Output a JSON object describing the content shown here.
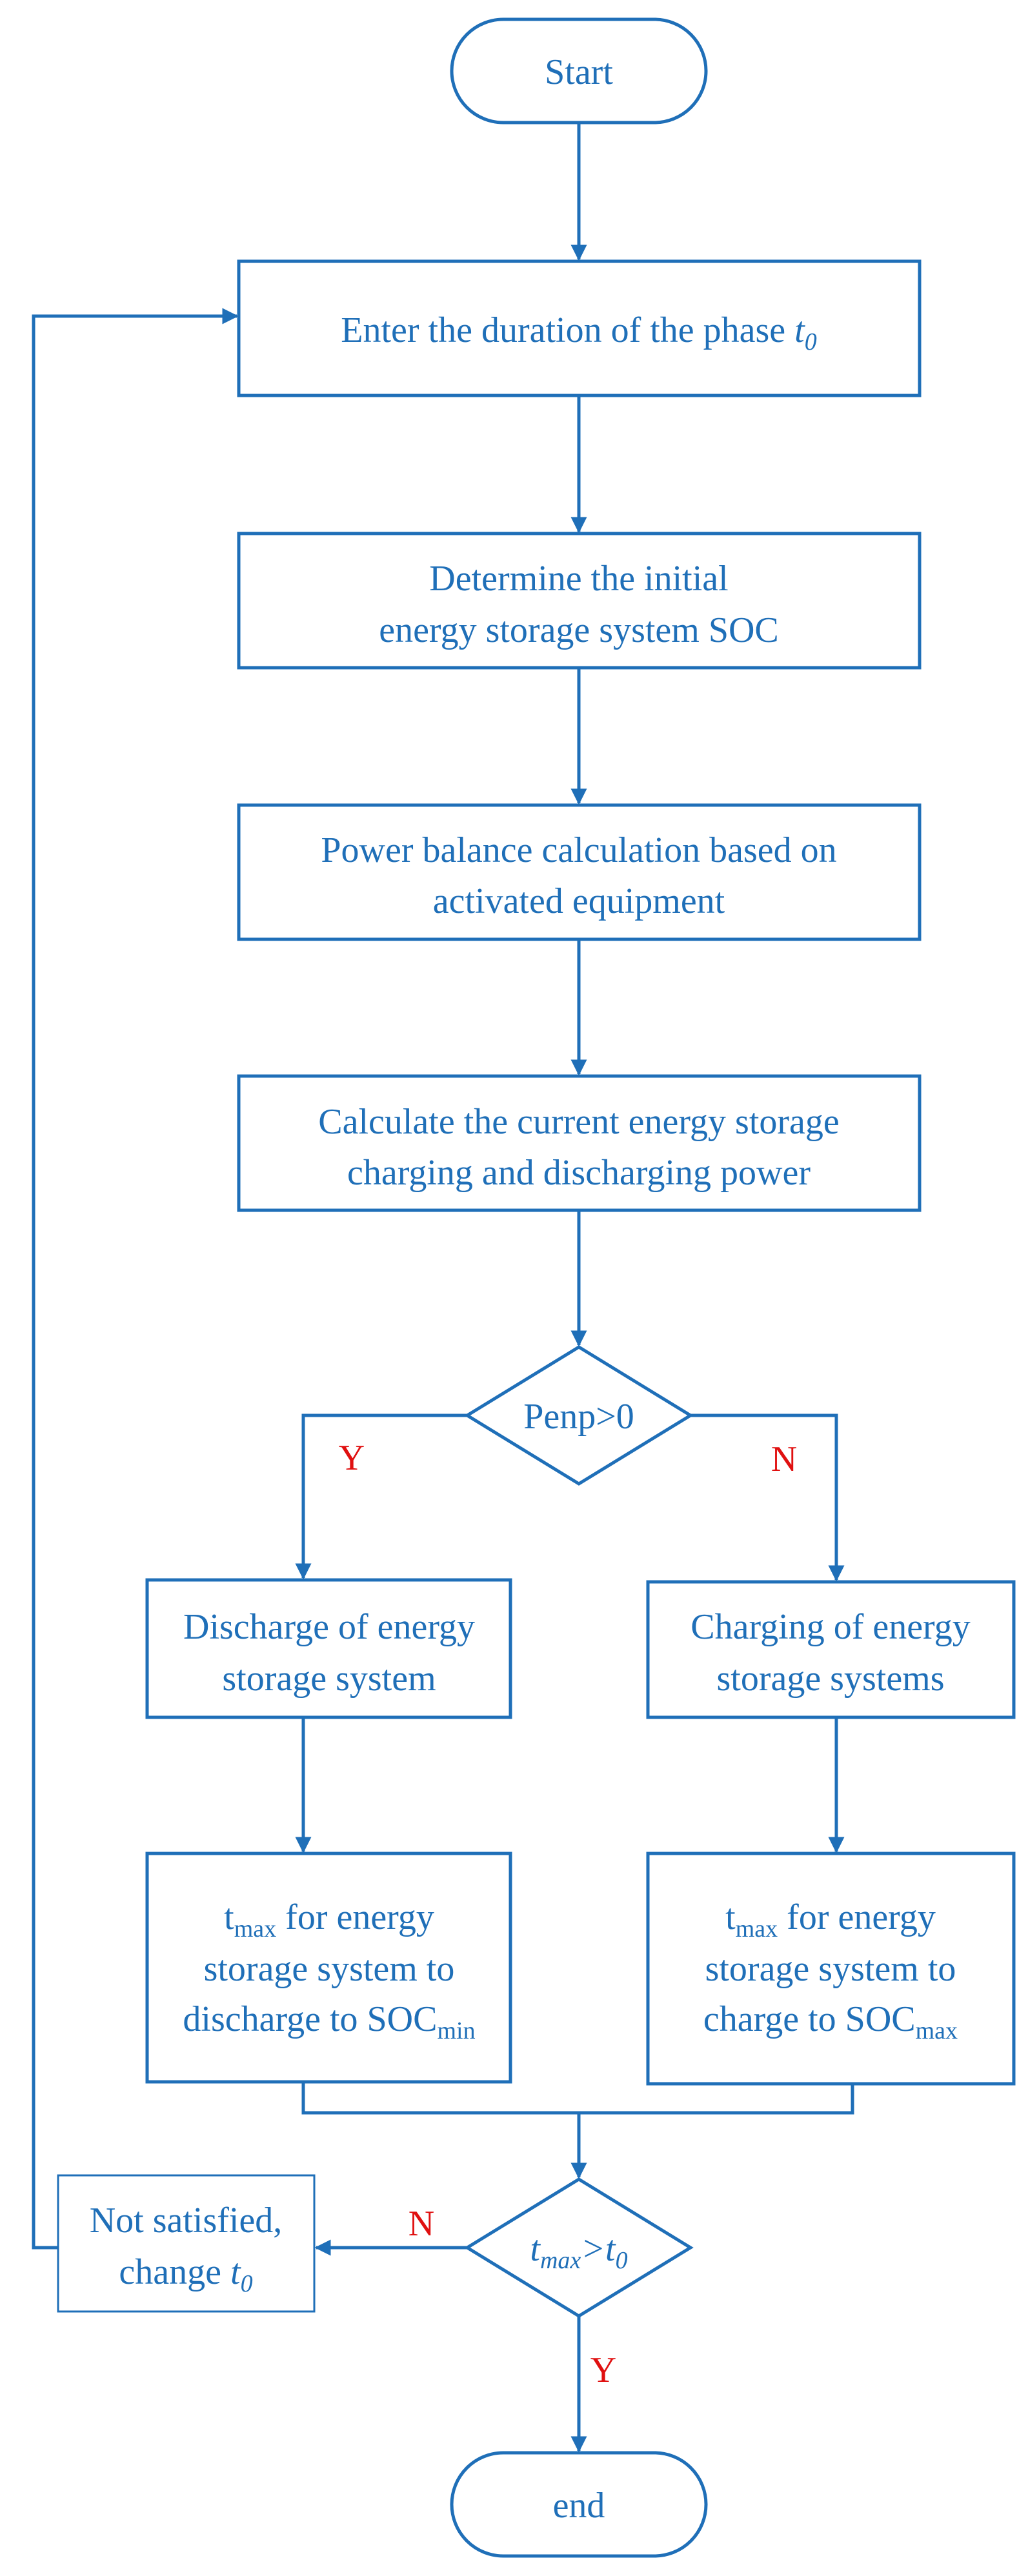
{
  "colors": {
    "stroke": "#1f6fb8",
    "text": "#1f6fb8",
    "branch_label": "#e01010",
    "background": "#ffffff"
  },
  "nodes": {
    "start": "Start",
    "enter_duration": {
      "text": "Enter the duration of the phase",
      "var": "t",
      "sub": "0"
    },
    "determine_soc": {
      "line1": "Determine the initial",
      "line2": "energy storage system SOC"
    },
    "power_balance": {
      "line1": "Power balance calculation based on",
      "line2": "activated equipment"
    },
    "calc_power": {
      "line1": "Calculate the current energy storage",
      "line2": "charging and discharging power"
    },
    "decision_penp": "Penp>0",
    "discharge": {
      "line1": "Discharge of energy",
      "line2": "storage system"
    },
    "charging": {
      "line1": "Charging of energy",
      "line2": "storage systems"
    },
    "tmax_discharge": {
      "t": "t",
      "sub_max": "max",
      "line1_rest": " for energy",
      "line2": "storage system to",
      "line3": "discharge to SOC",
      "sub_min": "min"
    },
    "tmax_charge": {
      "t": "t",
      "sub_max": "max",
      "line1_rest": " for energy",
      "line2": "storage system to",
      "line3": "charge to SOC",
      "sub_max2": "max"
    },
    "decision_tmax": {
      "t1": "t",
      "sub1": "max",
      "op": ">",
      "t2": "t",
      "sub2": "0"
    },
    "not_satisfied": {
      "line1": "Not satisfied,",
      "line2": "change",
      "var": "t",
      "sub": "0"
    },
    "end": "end"
  },
  "labels": {
    "penp_yes": "Y",
    "penp_no": "N",
    "tmax_no": "N",
    "tmax_yes": "Y"
  }
}
